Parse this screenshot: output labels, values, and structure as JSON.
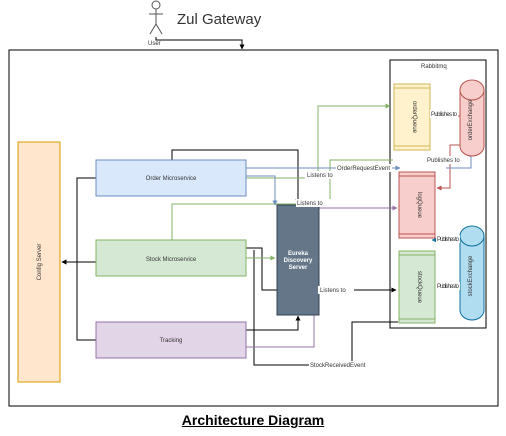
{
  "title": "Zul Gateway",
  "user_label": "User",
  "caption": "Architecture Diagram",
  "rabbitmq_label": "Rabbitmq",
  "nodes": {
    "config_server": "Config Server",
    "order_microservice": "Order Microservice",
    "stock_microservice": "Stock Microservice",
    "tracking": "Tracking",
    "eureka": [
      "Eureka",
      "Discovery",
      "Server"
    ],
    "order_queue": "orderQueue",
    "order_exchange": "orderExchange",
    "log_queue": "logQueue",
    "stock_queue": "stockQueue",
    "stock_exchange": "stockExchange"
  },
  "edge_labels": {
    "order_request_event": "OrderRequestEvent",
    "listens_to_1": "Listens to",
    "listens_to_2": "Listens to",
    "listens_to_3": "Listens to",
    "publishes_to_1": "Publishes to",
    "publishes_to_2": "Publishes to",
    "publishes_to_3": "Publishes to",
    "publishes_to_4": "Publishes to",
    "stock_received_event": "StockReceivedEvent"
  },
  "colors": {
    "config_fill": "#ffe6cc",
    "config_stroke": "#d79b00",
    "order_fill": "#dae8fc",
    "order_stroke": "#6c8ebf",
    "stock_fill": "#d5e8d4",
    "stock_stroke": "#82b366",
    "tracking_fill": "#e1d5e7",
    "tracking_stroke": "#9673a6",
    "eureka_fill": "#647687",
    "eureka_stroke": "#314354",
    "yellow_fill": "#fff2cc",
    "yellow_stroke": "#d6b656",
    "red_fill": "#f8cecc",
    "red_stroke": "#b85450",
    "cyan_fill": "#b1ddf0",
    "cyan_stroke": "#10739e"
  }
}
